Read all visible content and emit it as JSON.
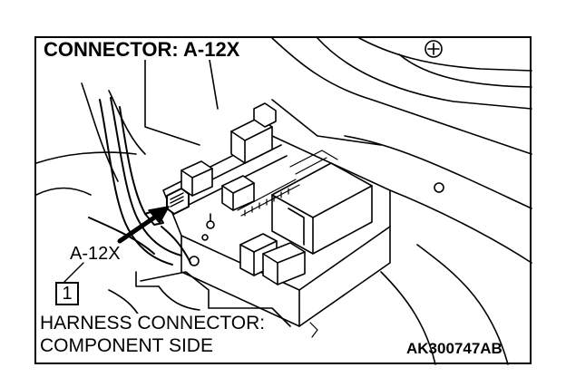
{
  "title": "CONNECTOR: A-12X",
  "callout_label": "A-12X",
  "view_number": "1",
  "caption": {
    "line1": "HARNESS CONNECTOR:",
    "line2": "COMPONENT SIDE"
  },
  "figure_id": "AK300747AB"
}
